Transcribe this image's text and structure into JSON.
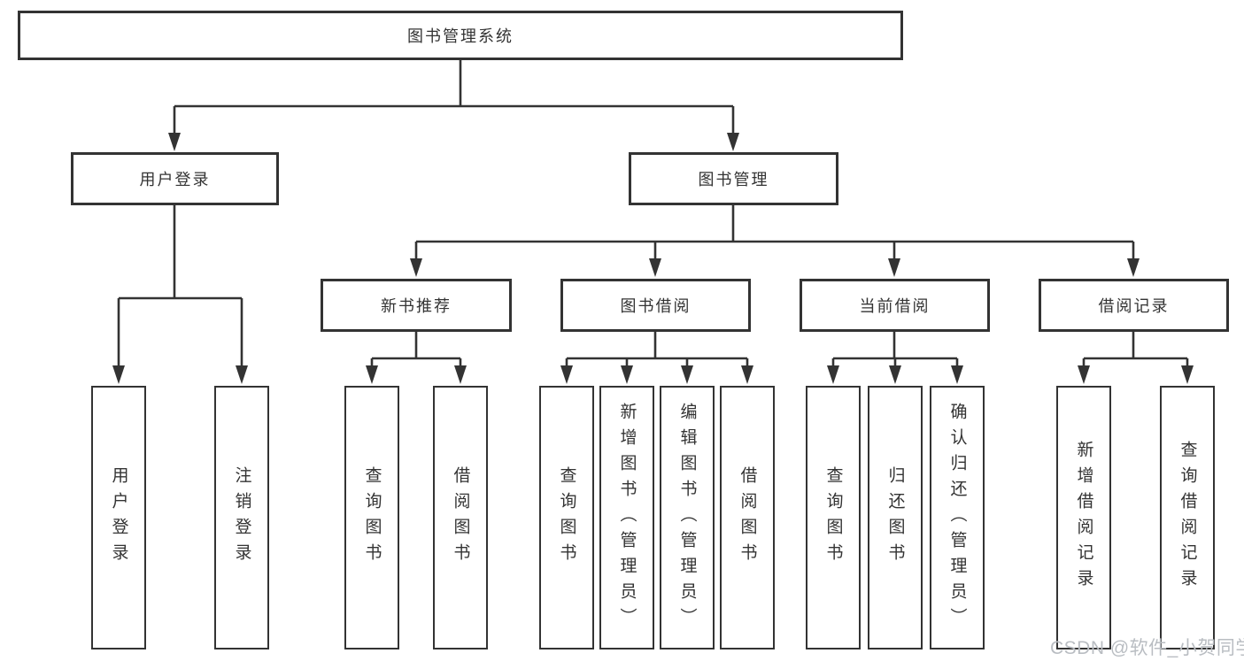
{
  "nodes": {
    "root": "图书管理系统",
    "user_login": "用户登录",
    "book_mgmt": "图书管理",
    "new_book_rec": "新书推荐",
    "book_borrow": "图书借阅",
    "current_borrow": "当前借阅",
    "borrow_records": "借阅记录",
    "leaves": {
      "user_login_leaf": "用户登录",
      "logout": "注销登录",
      "query_book_rec": "查询图书",
      "borrow_book_rec": "借阅图书",
      "query_book_borrow": "查询图书",
      "add_book_admin": "新增图书（管理员）",
      "edit_book_admin": "编辑图书（管理员）",
      "borrow_book_borrow": "借阅图书",
      "query_book_current": "查询图书",
      "return_book": "归还图书",
      "confirm_return_admin": "确认归还（管理员）",
      "add_borrow_record": "新增借阅记录",
      "query_borrow_record": "查询借阅记录"
    }
  },
  "watermark": "CSDN @软件_小贺同学",
  "colors": {
    "line": "#333333",
    "box_border": "#333333",
    "text": "#333333",
    "background": "#ffffff",
    "watermark": "#b9bdc2"
  }
}
